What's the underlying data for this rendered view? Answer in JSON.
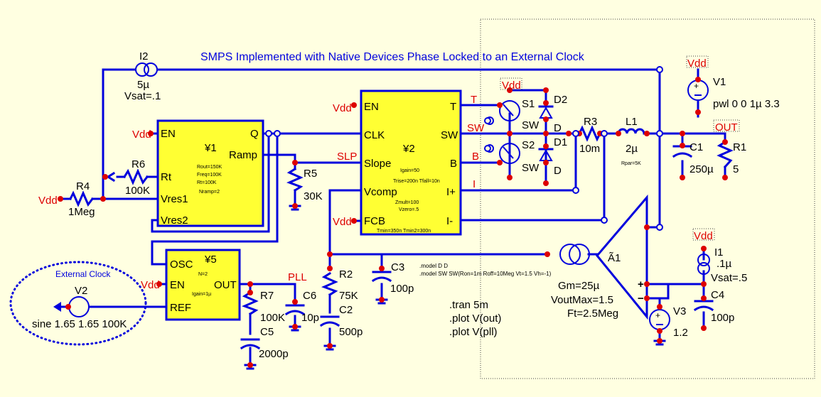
{
  "title": "SMPS Implemented with Native Devices Phase Locked to an External Clock",
  "colors": {
    "wire": "#0000DD",
    "block": "#FFFF33",
    "net": "#DD0000",
    "background": "#FFFFE1"
  },
  "blocks": {
    "y1": {
      "name": "¥1",
      "pins": [
        "EN",
        "Rt",
        "Vres1",
        "Vres2",
        "Q",
        "Ramp"
      ],
      "params": [
        "Rout=150K",
        "Freq=100K",
        "Rt=100K",
        "Nramp=2"
      ]
    },
    "y2": {
      "name": "¥2",
      "pins": [
        "EN",
        "CLK",
        "Slope",
        "Vcomp",
        "FCB",
        "T",
        "SW",
        "B",
        "I+",
        "I-"
      ],
      "params": [
        "Igain=50",
        "Trise=200n Tfall=10n",
        "Zmult=100",
        "Vzero=.5",
        "Tmin=350n Tmin2=300n"
      ]
    },
    "y5": {
      "name": "¥5",
      "pins": [
        "OSC",
        "EN",
        "REF",
        "OUT"
      ],
      "params": [
        "N=2",
        "Igain=1µ"
      ]
    },
    "a1": {
      "name": "Ã1",
      "params": [
        "Gm=25µ",
        "VoutMax=1.5",
        "Ft=2.5Meg"
      ]
    }
  },
  "components": {
    "i2": {
      "name": "I2",
      "value": "5µ",
      "extra": "Vsat=.1"
    },
    "r6": {
      "name": "R6",
      "value": "100K"
    },
    "r4": {
      "name": "R4",
      "value": "1Meg"
    },
    "r5": {
      "name": "R5",
      "value": "30K"
    },
    "r7": {
      "name": "R7",
      "value": "100K"
    },
    "c5": {
      "name": "C5",
      "value": "2000p"
    },
    "c6": {
      "name": "C6",
      "value": "10p"
    },
    "r2": {
      "name": "R2",
      "value": "75K"
    },
    "c2": {
      "name": "C2",
      "value": "500p"
    },
    "c3": {
      "name": "C3",
      "value": "100p"
    },
    "s1": {
      "name": "S1",
      "model": "SW"
    },
    "s2": {
      "name": "S2",
      "model": "SW"
    },
    "d1": {
      "name": "D1",
      "model": "D"
    },
    "d2": {
      "name": "D2",
      "model": "D"
    },
    "r3": {
      "name": "R3",
      "value": "10m"
    },
    "l1": {
      "name": "L1",
      "value": "2µ",
      "extra": "Rpar=5K"
    },
    "c1": {
      "name": "C1",
      "value": "250µ"
    },
    "r1": {
      "name": "R1",
      "value": "5"
    },
    "v1": {
      "name": "V1",
      "value": "pwl 0 0 1µ 3.3"
    },
    "v2": {
      "name": "V2",
      "value": "sine 1.65 1.65 100K"
    },
    "v3": {
      "name": "V3",
      "value": "1.2"
    },
    "i1": {
      "name": "I1",
      "value": ".1µ",
      "extra": "Vsat=.5"
    },
    "c4": {
      "name": "C4",
      "value": "100p"
    }
  },
  "nets": {
    "vdd": "Vdd",
    "t": "T",
    "sw": "SW",
    "b": "B",
    "slp": "SLP",
    "i": "I",
    "pll": "PLL",
    "out": "OUT"
  },
  "external_clock_label": "External Clock",
  "directives": [
    ".model D D",
    ".model SW SW(Ron=1m Roff=10Meg Vt=1.5 Vh=-1)",
    ".tran 5m",
    ".plot V(out)",
    ".plot V(pll)"
  ]
}
